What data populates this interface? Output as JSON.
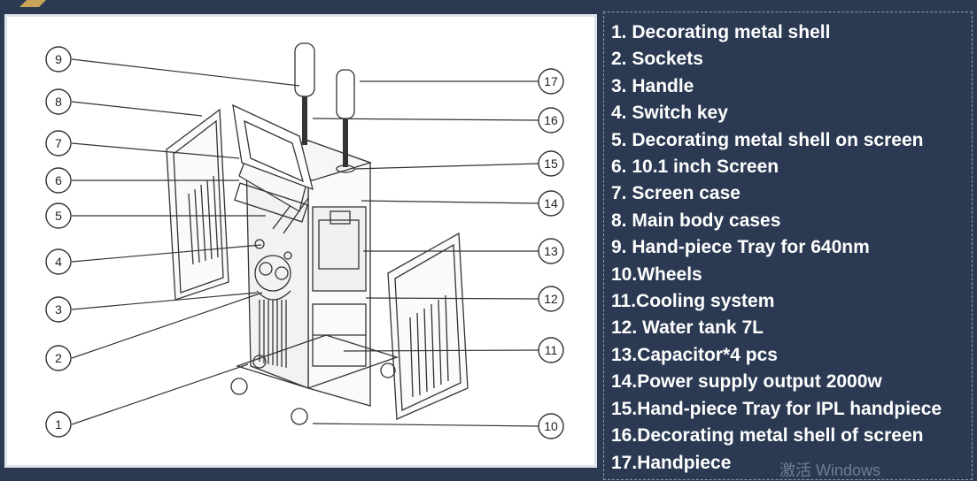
{
  "diagram": {
    "callouts": [
      "9",
      "8",
      "7",
      "6",
      "5",
      "4",
      "3",
      "2",
      "1",
      "17",
      "16",
      "15",
      "14",
      "13",
      "12",
      "11",
      "10"
    ]
  },
  "legend": {
    "items": [
      "1. Decorating metal shell",
      "2. Sockets",
      "3. Handle",
      "4. Switch key",
      "5. Decorating metal shell on screen",
      "6. 10.1 inch Screen",
      "7. Screen case",
      "8. Main body cases",
      "9. Hand-piece Tray for 640nm",
      "10.Wheels",
      "11.Cooling system",
      "12. Water tank 7L",
      "13.Capacitor*4 pcs",
      "14.Power supply output 2000w",
      "15.Hand-piece Tray for IPL handpiece",
      "16.Decorating metal shell of screen",
      "17.Handpiece"
    ]
  },
  "watermark": "激活 Windows",
  "colors": {
    "background": "#2b3a52",
    "accent": "#c8a35a",
    "legend_text": "#ffffff"
  }
}
